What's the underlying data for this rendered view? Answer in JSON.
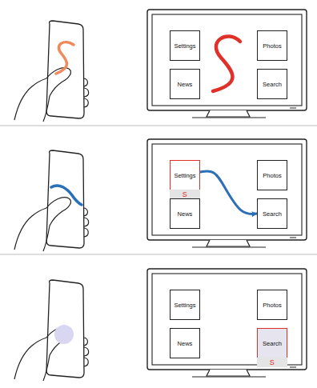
{
  "diagram": {
    "nodes": [
      {
        "text": [
          "Settings"
        ]
      },
      {
        "text": [
          "Photos"
        ]
      },
      {
        "text": [
          "News"
        ]
      },
      {
        "text": [
          "Search"
        ]
      },
      {
        "text": [
          "Settings",
          "S"
        ]
      },
      {
        "text": [
          "Photos"
        ]
      },
      {
        "text": [
          "News"
        ]
      },
      {
        "text": [
          "Search"
        ]
      },
      {
        "text": [
          "Settings"
        ]
      },
      {
        "text": [
          "Photos"
        ]
      },
      {
        "text": [
          "News"
        ]
      },
      {
        "text": [
          "Search",
          "S"
        ]
      }
    ],
    "edges": [
      {
        "from": 4,
        "to": 7,
        "arrow": "to"
      }
    ]
  }
}
